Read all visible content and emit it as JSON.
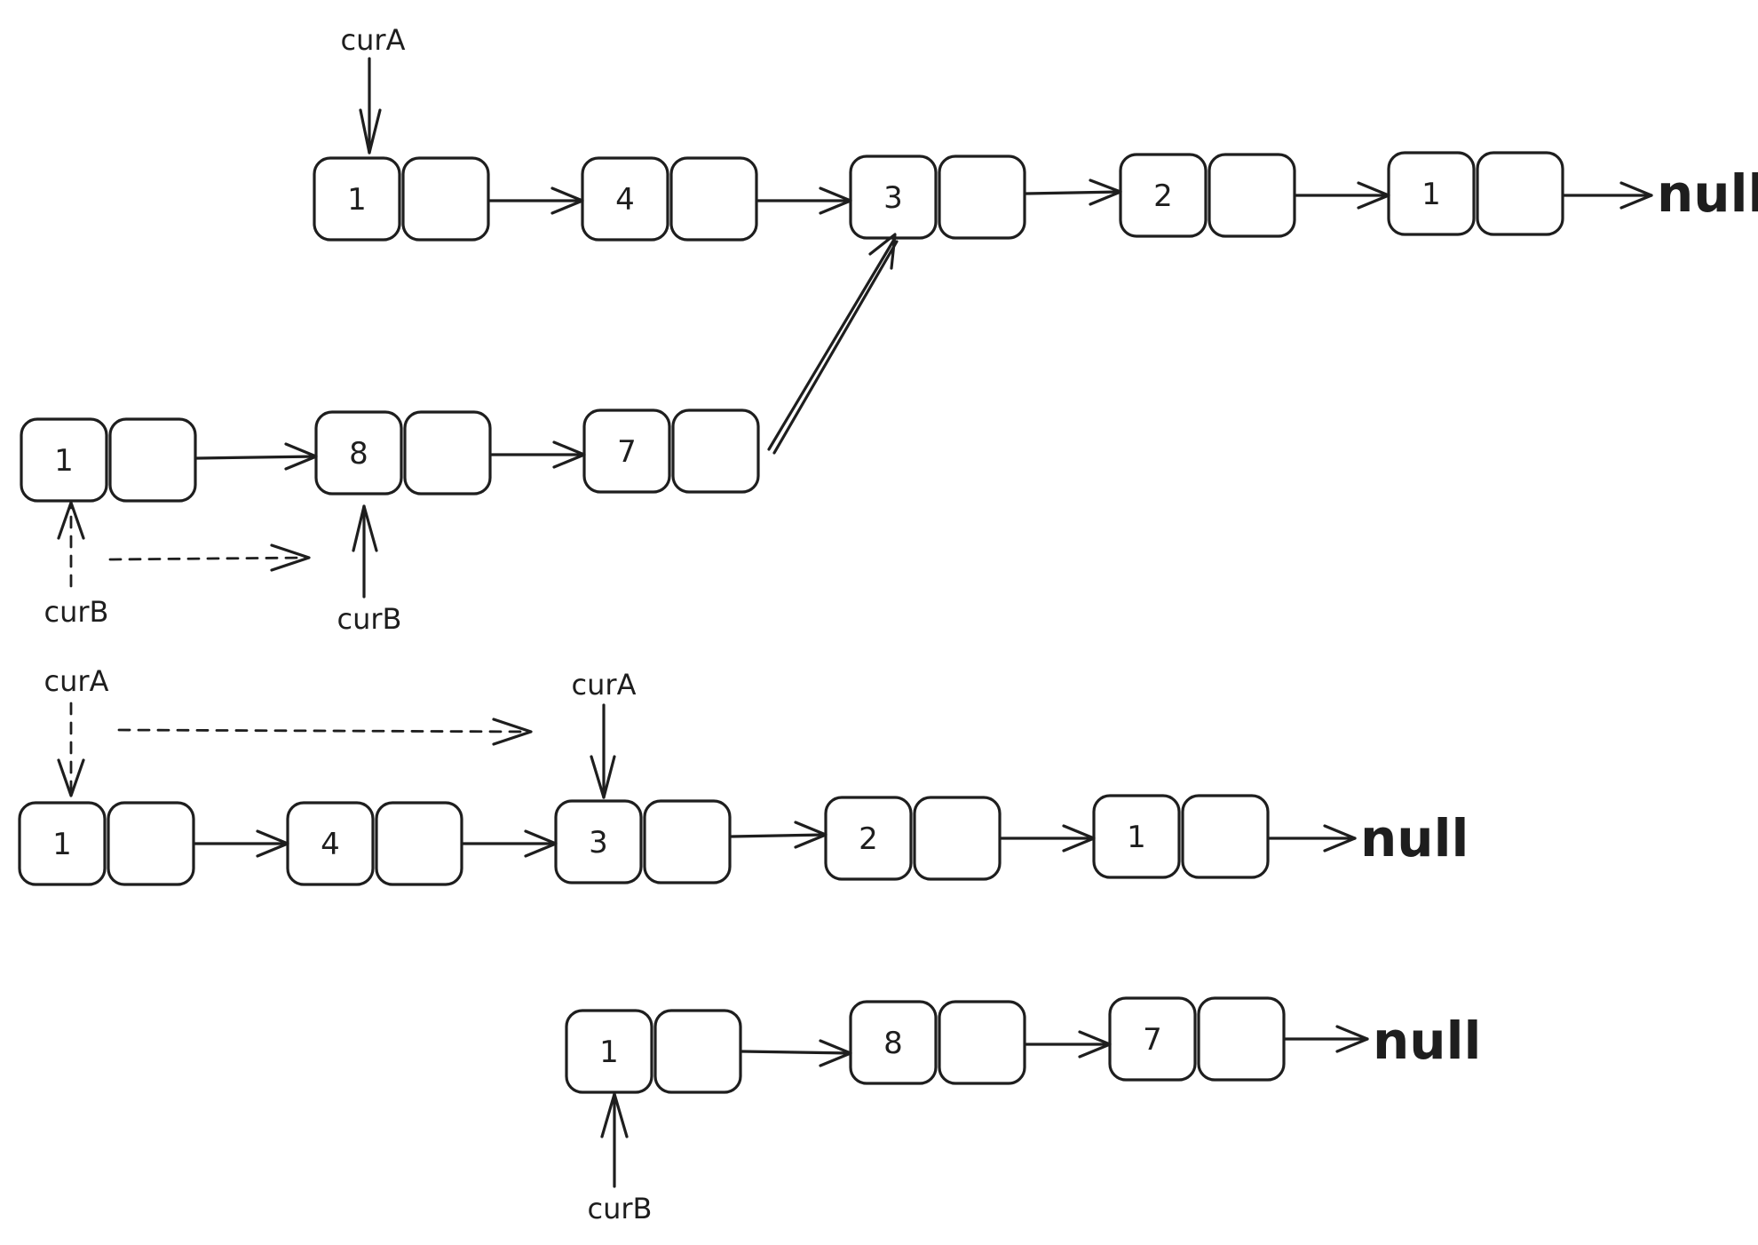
{
  "pointers": {
    "cur_a": "curA",
    "cur_b": "curB"
  },
  "terminal": "null",
  "diagram": {
    "row1": [
      "1",
      "4",
      "3",
      "2",
      "1"
    ],
    "row2": [
      "1",
      "8",
      "7"
    ],
    "row3": [
      "1",
      "4",
      "3",
      "2",
      "1"
    ],
    "row4": [
      "1",
      "8",
      "7"
    ]
  },
  "colors": {
    "stroke": "#1e1e1e",
    "background": "#ffffff"
  }
}
